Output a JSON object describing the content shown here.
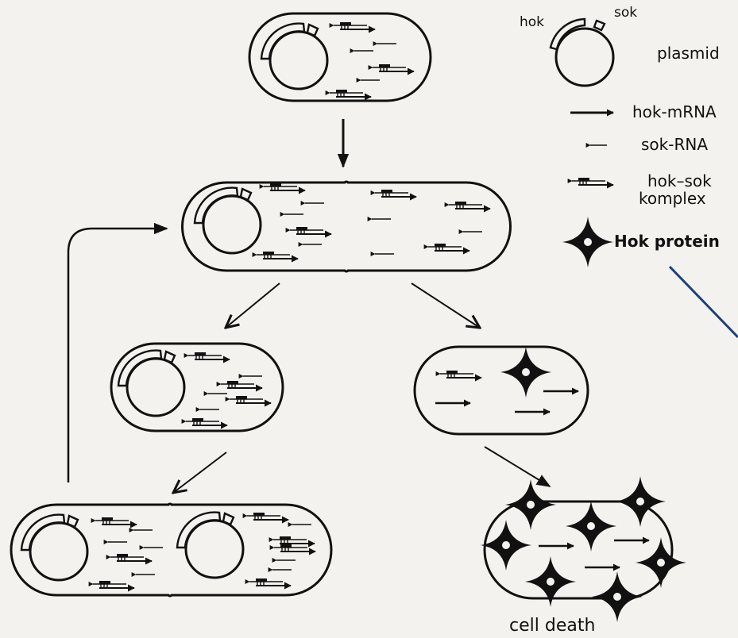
{
  "legend": {
    "hok_label": "hok",
    "sok_label": "sok",
    "plasmid_label": "plasmid",
    "hok_mrna_label": "hok-mRNA",
    "sok_rna_label": "sok-RNA",
    "complex_label_line1": "hok–sok",
    "complex_label_line2": "komplex",
    "hok_protein_label": "Hok protein"
  },
  "cell_death_label": "cell death",
  "colors": {
    "ink": "#111111",
    "background": "#f3f2ee",
    "pointer_line": "#1d3f7a"
  }
}
